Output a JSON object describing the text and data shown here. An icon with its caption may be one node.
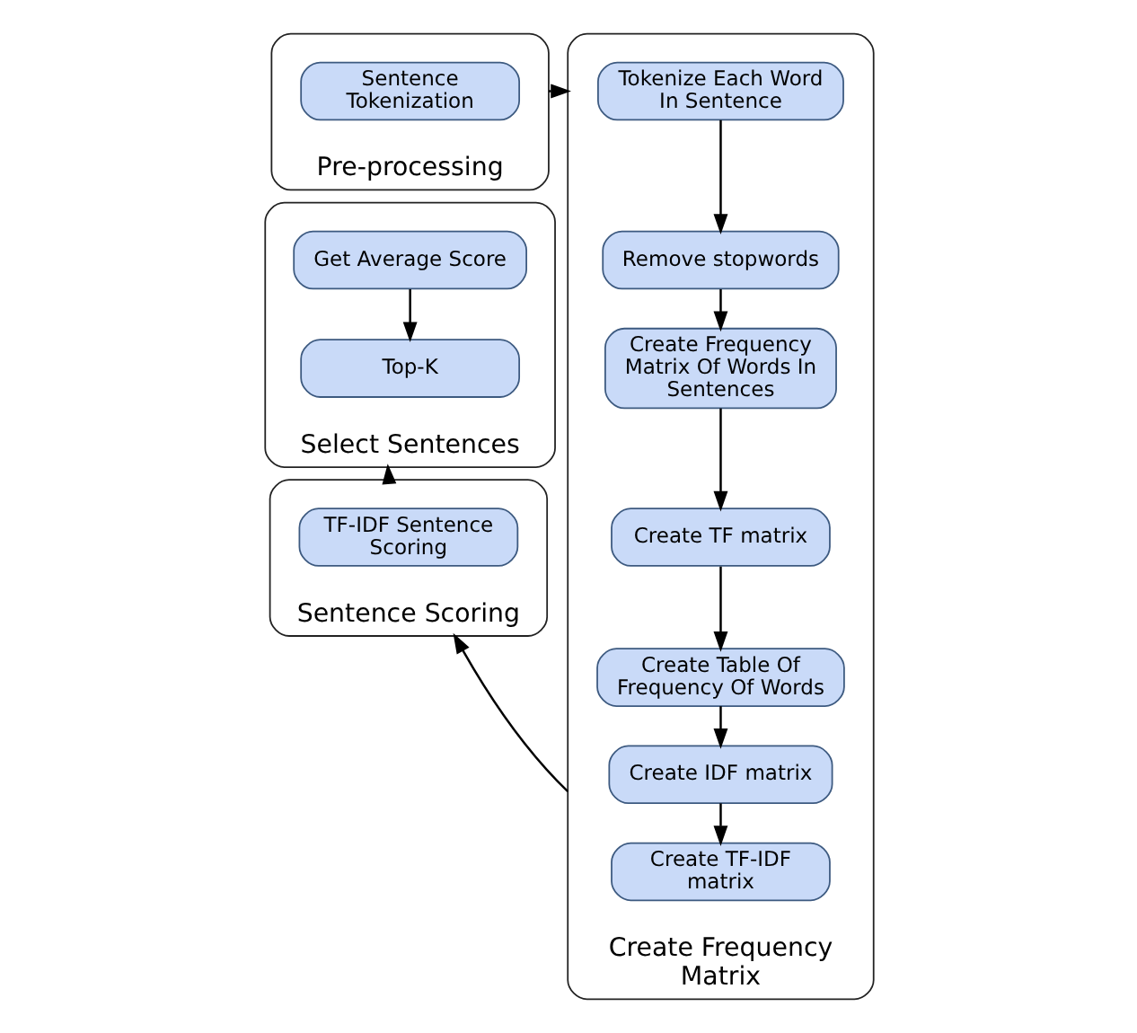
{
  "diagram": {
    "nodes": [
      {
        "text": [
          "Pre-processing"
        ]
      },
      {
        "text": [
          "Sentence Tokenization"
        ],
        "in": 0
      },
      {
        "text": [
          "Create Frequency Matrix"
        ]
      },
      {
        "text": [
          "Tokenize Each Word In Sentence"
        ],
        "in": 2
      },
      {
        "text": [
          "Remove stopwords"
        ],
        "in": 2
      },
      {
        "text": [
          "Create Frequency Matrix Of Words In Sentences"
        ],
        "in": 2
      },
      {
        "text": [
          "Create TF matrix"
        ],
        "in": 2
      },
      {
        "text": [
          "Create Table Of Frequency Of Words"
        ],
        "in": 2
      },
      {
        "text": [
          "Create IDF matrix"
        ],
        "in": 2
      },
      {
        "text": [
          "Create TF-IDF matrix"
        ],
        "in": 2
      },
      {
        "text": [
          "Select Sentences"
        ]
      },
      {
        "text": [
          "Get Average Score"
        ],
        "in": 10
      },
      {
        "text": [
          "Top-K"
        ],
        "in": 10
      },
      {
        "text": [
          "Sentence Scoring"
        ]
      },
      {
        "text": [
          "TF-IDF Sentence Scoring"
        ],
        "in": 13
      }
    ],
    "edges": [
      {
        "from": 0,
        "to": 2,
        "arrow": "to"
      },
      {
        "from": 3,
        "to": 4,
        "arrow": "to"
      },
      {
        "from": 4,
        "to": 5,
        "arrow": "to"
      },
      {
        "from": 5,
        "to": 6,
        "arrow": "to"
      },
      {
        "from": 6,
        "to": 7,
        "arrow": "to"
      },
      {
        "from": 7,
        "to": 8,
        "arrow": "to"
      },
      {
        "from": 8,
        "to": 9,
        "arrow": "to"
      },
      {
        "from": 2,
        "to": 13,
        "arrow": "to"
      },
      {
        "from": 13,
        "to": 10,
        "arrow": "to"
      },
      {
        "from": 11,
        "to": 12,
        "arrow": "to"
      }
    ]
  }
}
